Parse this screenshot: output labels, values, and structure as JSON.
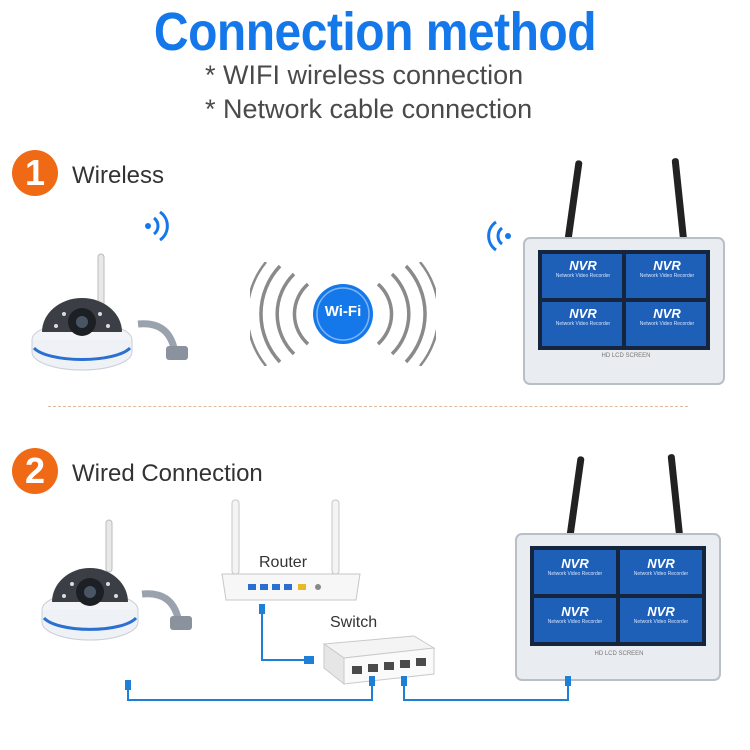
{
  "header": {
    "title": "Connection method",
    "bullets": [
      "* WIFI wireless connection",
      "* Network cable connection"
    ]
  },
  "sections": [
    {
      "number": "1",
      "label": "Wireless"
    },
    {
      "number": "2",
      "label": "Wired Connection"
    }
  ],
  "wifi_badge": "Wi-Fi",
  "devices": {
    "router_label": "Router",
    "switch_label": "Switch",
    "nvr_tile_title": "NVR",
    "nvr_tile_sub": "Network Video Recorder",
    "nvr_screen_caption": "HD LCD SCREEN"
  },
  "colors": {
    "title_blue": "#1478ea",
    "badge_orange": "#f06a16",
    "cable_blue": "#1e7fd6"
  }
}
